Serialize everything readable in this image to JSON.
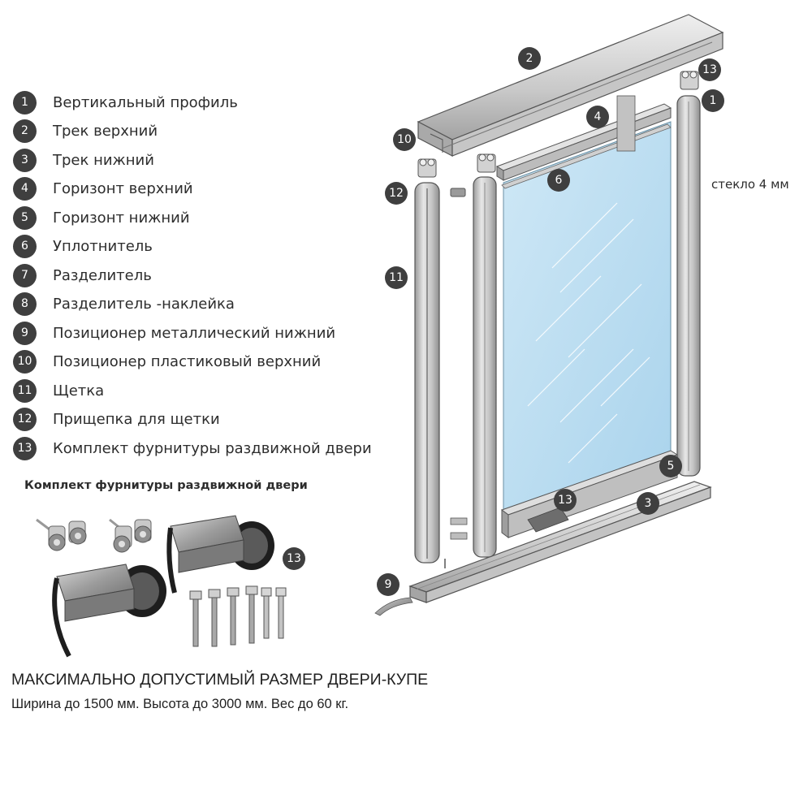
{
  "legend": [
    {
      "num": "1",
      "label": "Вертикальный профиль"
    },
    {
      "num": "2",
      "label": "Трек верхний"
    },
    {
      "num": "3",
      "label": "Трек нижний"
    },
    {
      "num": "4",
      "label": "Горизонт верхний"
    },
    {
      "num": "5",
      "label": "Горизонт нижний"
    },
    {
      "num": "6",
      "label": "Уплотнитель"
    },
    {
      "num": "7",
      "label": "Разделитель"
    },
    {
      "num": "8",
      "label": "Разделитель -наклейка"
    },
    {
      "num": "9",
      "label": "Позиционер металлический нижний"
    },
    {
      "num": "10",
      "label": "Позиционер пластиковый верхний"
    },
    {
      "num": "11",
      "label": "Щетка"
    },
    {
      "num": "12",
      "label": "Прищепка для щетки"
    },
    {
      "num": "13",
      "label": "Комплект фурнитуры раздвижной двери"
    }
  ],
  "kit": {
    "caption": "Комплект фурнитуры раздвижной двери",
    "callout": "13"
  },
  "callouts": {
    "c2": "2",
    "c13_top": "13",
    "c1": "1",
    "c10": "10",
    "c4": "4",
    "c12": "12",
    "c6": "6",
    "c11": "11",
    "c5": "5",
    "c13_mid": "13",
    "c3": "3",
    "c9": "9"
  },
  "glass_note": "стекло 4 мм",
  "limits": {
    "title": "МАКСИМАЛЬНО ДОПУСТИМЫЙ РАЗМЕР ДВЕРИ-КУПЕ",
    "text": "Ширина до 1500 мм. Высота до 3000 мм. Вес до 60 кг."
  },
  "colors": {
    "glass": "#bfe0f2",
    "aluminium_light": "#e2e2e2",
    "aluminium_mid": "#bdbdbd",
    "aluminium_dark": "#8c8c8c",
    "outline": "#4a4a4a",
    "callout_fill": "#3f3f3f"
  }
}
